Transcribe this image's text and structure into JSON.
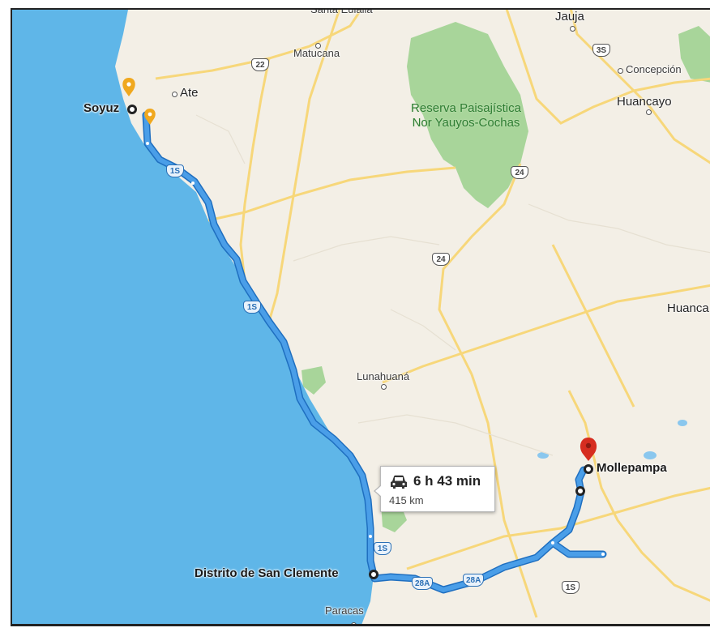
{
  "map": {
    "colors": {
      "water": "#5fb6e8",
      "land": "#f3efe6",
      "park": "#a8d59a",
      "route": "#4a9ee8",
      "route_casing": "#1f6fc0",
      "road": "#f7d77a",
      "origin_pin": "#f0a81e",
      "destination_pin": "#d62d20"
    },
    "places": {
      "jauja": "Jauja",
      "matucana": "Matucana",
      "concepcion": "Concepción",
      "ate": "Ate",
      "huancayo": "Huancayo",
      "huanca": "Huanca",
      "lunahuana": "Lunahuaná",
      "paracas": "Paracas",
      "top_cut": "Santa Eulalia"
    },
    "reserve_label": "Reserva Paisajística Nor Yauyos-Cochas",
    "route_shields": {
      "r22": "22",
      "r3s": "3S",
      "r24a": "24",
      "r24b": "24",
      "r1s_a": "1S",
      "r1s_b": "1S",
      "r1s_c": "1S",
      "r1s_d": "1S",
      "r28a_a": "28A",
      "r28a_b": "28A"
    },
    "stops": {
      "origin": "Soyuz",
      "waypoint": "Distrito de San Clemente",
      "destination": "Mollepampa"
    },
    "callout": {
      "duration": "6 h 43 min",
      "distance": "415 km",
      "icon": "car-icon"
    }
  }
}
